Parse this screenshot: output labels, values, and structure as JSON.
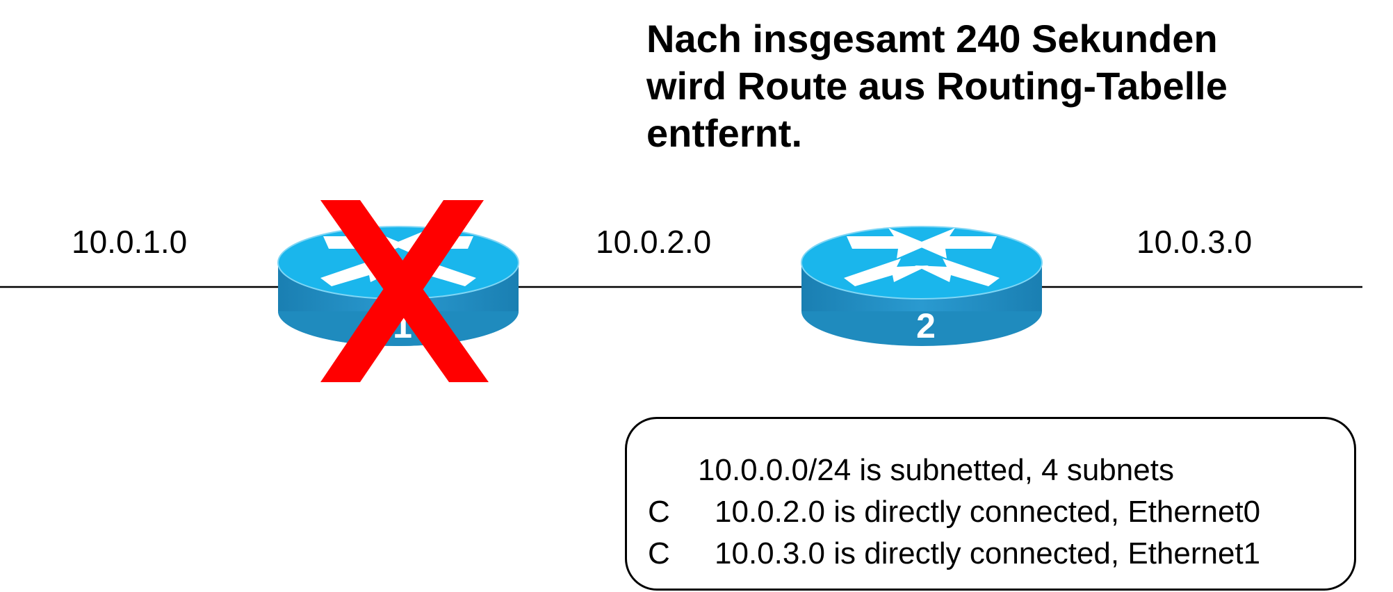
{
  "title": {
    "lines": [
      "Nach insgesamt 240 Sekunden",
      "wird Route aus Routing-Tabelle",
      "entfernt."
    ]
  },
  "networks": [
    "10.0.1.0",
    "10.0.2.0",
    "10.0.3.0"
  ],
  "routers": [
    {
      "label": "1",
      "status": "failed"
    },
    {
      "label": "2",
      "status": "active"
    }
  ],
  "routing_table": {
    "summary": "10.0.0.0/24 is subnetted, 4 subnets",
    "entries": [
      {
        "code": "C",
        "text": "10.0.2.0 is directly connected, Ethernet0"
      },
      {
        "code": "C",
        "text": "10.0.3.0 is directly connected, Ethernet1"
      }
    ]
  },
  "colors": {
    "router_top": "#1ab6ec",
    "router_side": "#1f8bbe",
    "failure_cross": "#ff0000",
    "link": "#000000"
  }
}
